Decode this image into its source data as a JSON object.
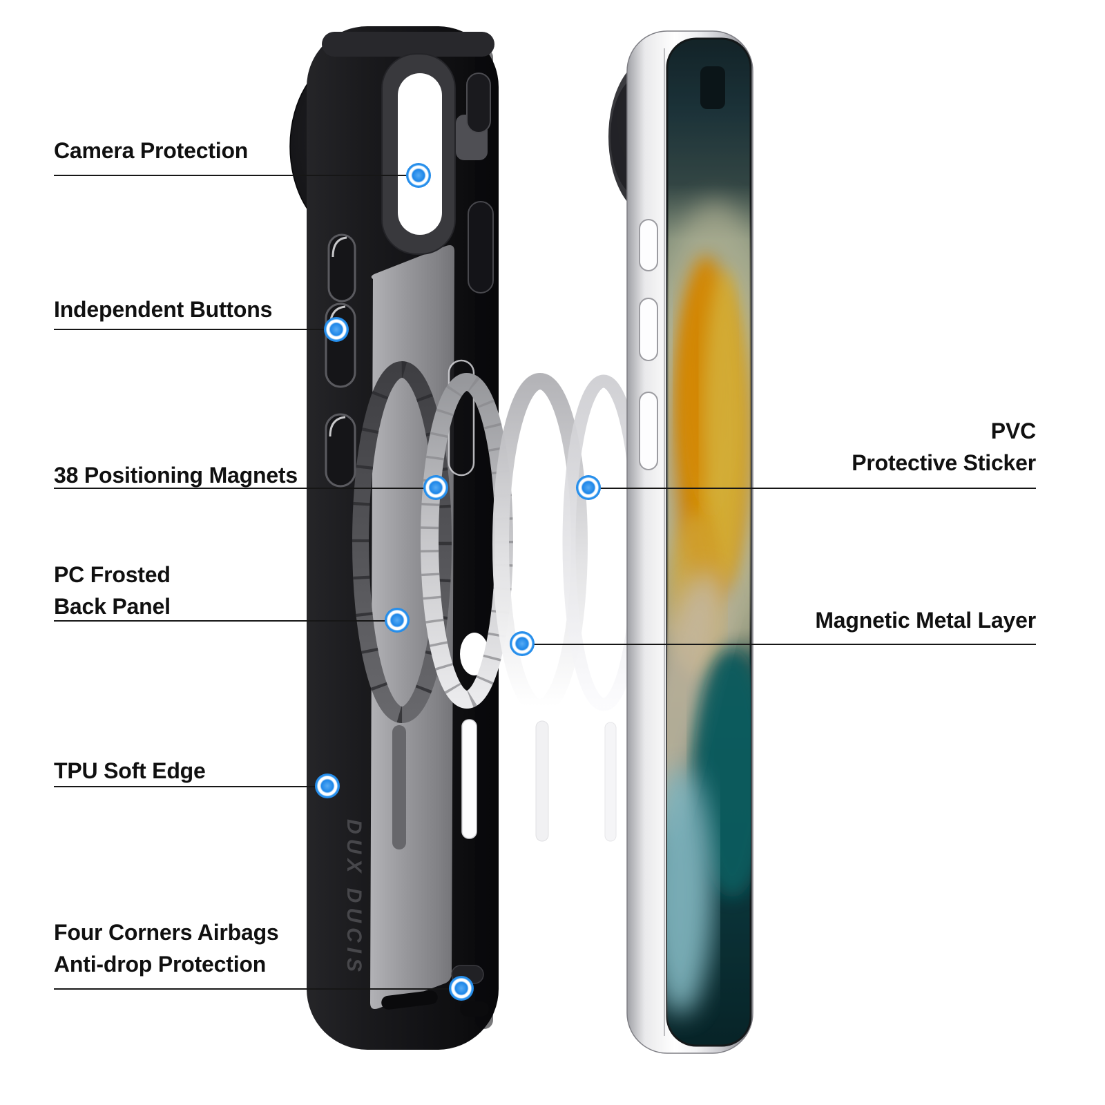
{
  "diagram": {
    "background": "#ffffff",
    "brand_logo": "DUX DUCIS",
    "accent_blue": "#1e87e9",
    "line_color": "#161616",
    "case_color": "#1a1a1d",
    "phone_frame_color": "#e9e9eb",
    "callouts": {
      "camera_protection": {
        "label": "Camera Protection"
      },
      "independent_buttons": {
        "label": "Independent Buttons"
      },
      "positioning_magnets": {
        "label": "38 Positioning Magnets"
      },
      "pc_frosted_back_panel": {
        "line1": "PC Frosted",
        "line2": "Back Panel"
      },
      "tpu_soft_edge": {
        "label": "TPU Soft Edge"
      },
      "four_corners_airbags": {
        "line1": "Four Corners Airbags",
        "line2": "Anti-drop Protection"
      },
      "pvc_protective_sticker": {
        "line1": "PVC",
        "line2": "Protective Sticker"
      },
      "magnetic_metal_layer": {
        "label": "Magnetic Metal Layer"
      }
    }
  }
}
